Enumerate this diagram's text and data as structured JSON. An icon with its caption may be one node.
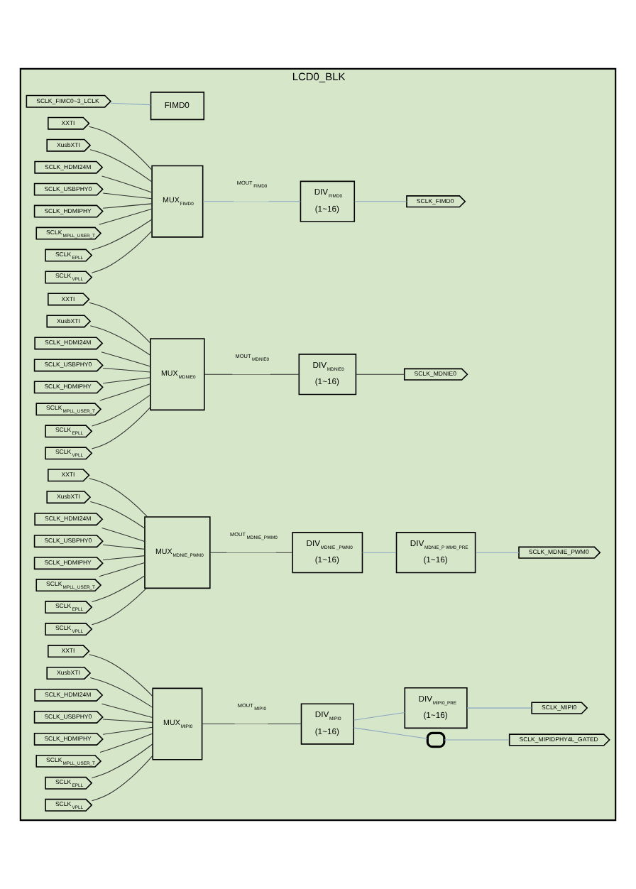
{
  "diagram": {
    "nodes": [
      {
        "text": [
          "LCD0_BLK"
        ]
      },
      {
        "text": [
          "SCLK_FIMC0~3_LCLK"
        ],
        "in": 0
      },
      {
        "text": [
          "FIMD0"
        ],
        "in": 0
      },
      {
        "text": [
          "XXTI"
        ],
        "in": 0
      },
      {
        "text": [
          "XusbXTI"
        ],
        "in": 0
      },
      {
        "text": [
          "SCLK_HDMI24M"
        ],
        "in": 0
      },
      {
        "text": [
          "SCLK_USBPHY0"
        ],
        "in": 0
      },
      {
        "text": [
          "SCLK_HDMIPHY"
        ],
        "in": 0
      },
      {
        "text": [
          "SCLK$_{MPLL_USER_T}$"
        ],
        "in": 0
      },
      {
        "text": [
          "SCLK$_{EPLL}$"
        ],
        "in": 0
      },
      {
        "text": [
          "SCLK$_{VPLL}$"
        ],
        "in": 0
      },
      {
        "text": [
          "MUX$_{FIMD0}$"
        ],
        "in": 0
      },
      {
        "text": [
          "DIV$_{FIMD0}$",
          "(1~16)"
        ],
        "in": 0
      },
      {
        "text": [
          "SCLK_FIMD0"
        ],
        "in": 0
      },
      {
        "text": [
          "XXTI"
        ],
        "in": 0
      },
      {
        "text": [
          "XusbXTI"
        ],
        "in": 0
      },
      {
        "text": [
          "SCLK_HDMI24M"
        ],
        "in": 0
      },
      {
        "text": [
          "SCLK_USBPHY0"
        ],
        "in": 0
      },
      {
        "text": [
          "SCLK_HDMIPHY"
        ],
        "in": 0
      },
      {
        "text": [
          "SCLK$_{MPLL_USER_T}$"
        ],
        "in": 0
      },
      {
        "text": [
          "SCLK$_{EPLL}$"
        ],
        "in": 0
      },
      {
        "text": [
          "SCLK$_{VPLL}$"
        ],
        "in": 0
      },
      {
        "text": [
          "MUX$_{MDNIE0}$"
        ],
        "in": 0
      },
      {
        "text": [
          "DIV$_{MDNIE0}$",
          "(1~16)"
        ],
        "in": 0
      },
      {
        "text": [
          "SCLK_MDNIE0"
        ],
        "in": 0
      },
      {
        "text": [
          "XXTI"
        ],
        "in": 0
      },
      {
        "text": [
          "XusbXTI"
        ],
        "in": 0
      },
      {
        "text": [
          "SCLK_HDMI24M"
        ],
        "in": 0
      },
      {
        "text": [
          "SCLK_USBPHY0"
        ],
        "in": 0
      },
      {
        "text": [
          "SCLK_HDMIPHY"
        ],
        "in": 0
      },
      {
        "text": [
          "SCLK$_{MPLL_USER_T}$"
        ],
        "in": 0
      },
      {
        "text": [
          "SCLK$_{EPLL}$"
        ],
        "in": 0
      },
      {
        "text": [
          "SCLK$_{VPLL}$"
        ],
        "in": 0
      },
      {
        "text": [
          "MUX$_{MDNIE_PWM0}$"
        ],
        "in": 0
      },
      {
        "text": [
          "DIV$_{MDNIE _PWM0}$",
          "(1~16)"
        ],
        "in": 0
      },
      {
        "text": [
          "DIV$_{MDNIE_P WM0_PRE}$",
          "(1~16)"
        ],
        "in": 0
      },
      {
        "text": [
          "SCLK_MDNIE_PWM0"
        ],
        "in": 0
      },
      {
        "text": [
          "XXTI"
        ],
        "in": 0
      },
      {
        "text": [
          "XusbXTI"
        ],
        "in": 0
      },
      {
        "text": [
          "SCLK_HDMI24M"
        ],
        "in": 0
      },
      {
        "text": [
          "SCLK_USBPHY0"
        ],
        "in": 0
      },
      {
        "text": [
          "SCLK_HDMIPHY"
        ],
        "in": 0
      },
      {
        "text": [
          "SCLK$_{MPLL_USER_T}$"
        ],
        "in": 0
      },
      {
        "text": [
          "SCLK$_{EPLL}$"
        ],
        "in": 0
      },
      {
        "text": [
          "SCLK$_{VPLL}$"
        ],
        "in": 0
      },
      {
        "text": [
          "MUX$_{MIPI0}$"
        ],
        "in": 0
      },
      {
        "text": [
          "DIV$_{MIPI0}$",
          "(1~16)"
        ],
        "in": 0
      },
      {
        "text": [],
        "shape": "gate",
        "in": 0
      },
      {
        "text": [
          "SCLK_MIPIDPHY4L_GATED"
        ],
        "in": 0
      },
      {
        "text": [
          "DIV$_{MIPI0_PRE}$",
          "(1~16)"
        ],
        "in": 0
      },
      {
        "text": [
          "SCLK_MIPI0"
        ],
        "in": 0
      }
    ],
    "edges": [
      {
        "from": 1,
        "to": 2,
        "arrow": "none",
        "color": "#8aa6c1"
      },
      {
        "from": 3,
        "to": 11,
        "arrow": "none"
      },
      {
        "from": 4,
        "to": 11,
        "arrow": "none"
      },
      {
        "from": 5,
        "to": 11,
        "arrow": "none"
      },
      {
        "from": 6,
        "to": 11,
        "arrow": "none"
      },
      {
        "from": 7,
        "to": 11,
        "arrow": "none"
      },
      {
        "from": 8,
        "to": 11,
        "arrow": "none"
      },
      {
        "from": 9,
        "to": 11,
        "arrow": "none"
      },
      {
        "from": 10,
        "to": 11,
        "arrow": "none"
      },
      {
        "from": 11,
        "to": 12,
        "arrow": "none",
        "label": "MOUT$_{FIMD0}$",
        "color": "#8aa6c1"
      },
      {
        "from": 12,
        "to": 13,
        "arrow": "none",
        "color": "#8aa6c1"
      },
      {
        "from": 14,
        "to": 22,
        "arrow": "none"
      },
      {
        "from": 15,
        "to": 22,
        "arrow": "none"
      },
      {
        "from": 16,
        "to": 22,
        "arrow": "none"
      },
      {
        "from": 17,
        "to": 22,
        "arrow": "none"
      },
      {
        "from": 18,
        "to": 22,
        "arrow": "none"
      },
      {
        "from": 19,
        "to": 22,
        "arrow": "none"
      },
      {
        "from": 20,
        "to": 22,
        "arrow": "none"
      },
      {
        "from": 21,
        "to": 22,
        "arrow": "none"
      },
      {
        "from": 22,
        "to": 23,
        "arrow": "none",
        "label": "MOUT$_{MDNIE0}$"
      },
      {
        "from": 23,
        "to": 24,
        "arrow": "none"
      },
      {
        "from": 25,
        "to": 33,
        "arrow": "none"
      },
      {
        "from": 26,
        "to": 33,
        "arrow": "none"
      },
      {
        "from": 27,
        "to": 33,
        "arrow": "none"
      },
      {
        "from": 28,
        "to": 33,
        "arrow": "none"
      },
      {
        "from": 29,
        "to": 33,
        "arrow": "none"
      },
      {
        "from": 30,
        "to": 33,
        "arrow": "none"
      },
      {
        "from": 31,
        "to": 33,
        "arrow": "none"
      },
      {
        "from": 32,
        "to": 33,
        "arrow": "none"
      },
      {
        "from": 33,
        "to": 34,
        "arrow": "none",
        "label": "MOUT$_{MDNIE_PWM0}$"
      },
      {
        "from": 34,
        "to": 35,
        "arrow": "none",
        "color": "#8aa6c1"
      },
      {
        "from": 35,
        "to": 36,
        "arrow": "none",
        "color": "#8aa6c1"
      },
      {
        "from": 37,
        "to": 45,
        "arrow": "none"
      },
      {
        "from": 38,
        "to": 45,
        "arrow": "none"
      },
      {
        "from": 39,
        "to": 45,
        "arrow": "none"
      },
      {
        "from": 40,
        "to": 45,
        "arrow": "none"
      },
      {
        "from": 41,
        "to": 45,
        "arrow": "none"
      },
      {
        "from": 42,
        "to": 45,
        "arrow": "none"
      },
      {
        "from": 43,
        "to": 45,
        "arrow": "none"
      },
      {
        "from": 44,
        "to": 45,
        "arrow": "none"
      },
      {
        "from": 45,
        "to": 46,
        "arrow": "none",
        "label": "MOUT$_{MIPI0}$"
      },
      {
        "from": 46,
        "to": 47,
        "arrow": "none",
        "color": "#8aa6c1"
      },
      {
        "from": 47,
        "to": 48,
        "arrow": "none",
        "color": "#8aa6c1"
      },
      {
        "from": 46,
        "to": 49,
        "arrow": "none",
        "color": "#8aa6c1"
      },
      {
        "from": 49,
        "to": 50,
        "arrow": "none",
        "color": "#8aa6c1"
      }
    ]
  }
}
